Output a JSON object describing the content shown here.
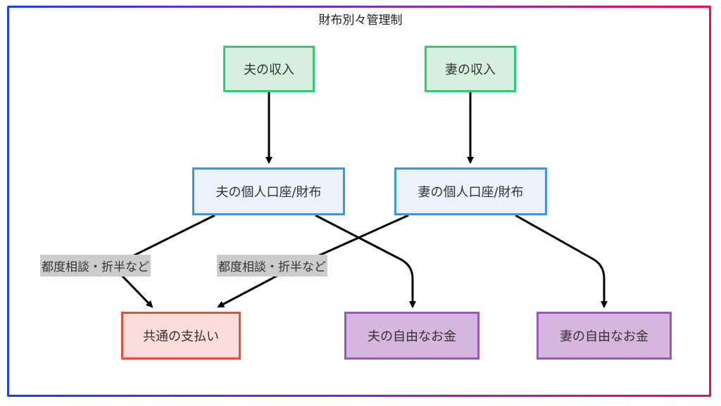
{
  "title": "財布別々管理制",
  "nodes": {
    "husband_income": "夫の収入",
    "wife_income": "妻の収入",
    "husband_account": "夫の個人口座/財布",
    "wife_account": "妻の個人口座/財布",
    "shared_payment": "共通の支払い",
    "husband_free": "夫の自由なお金",
    "wife_free": "妻の自由なお金"
  },
  "edge_labels": {
    "husband_to_shared": "都度相談・折半など",
    "wife_to_shared": "都度相談・折半など"
  },
  "colors": {
    "income_fill": "#d5eedd",
    "income_border": "#2ecc71",
    "account_fill": "#eaf3fc",
    "account_border": "#3b97da",
    "shared_fill": "#fadcd8",
    "shared_border": "#e74c3c",
    "free_fill": "#d7b6de",
    "free_border": "#9b59b6"
  }
}
